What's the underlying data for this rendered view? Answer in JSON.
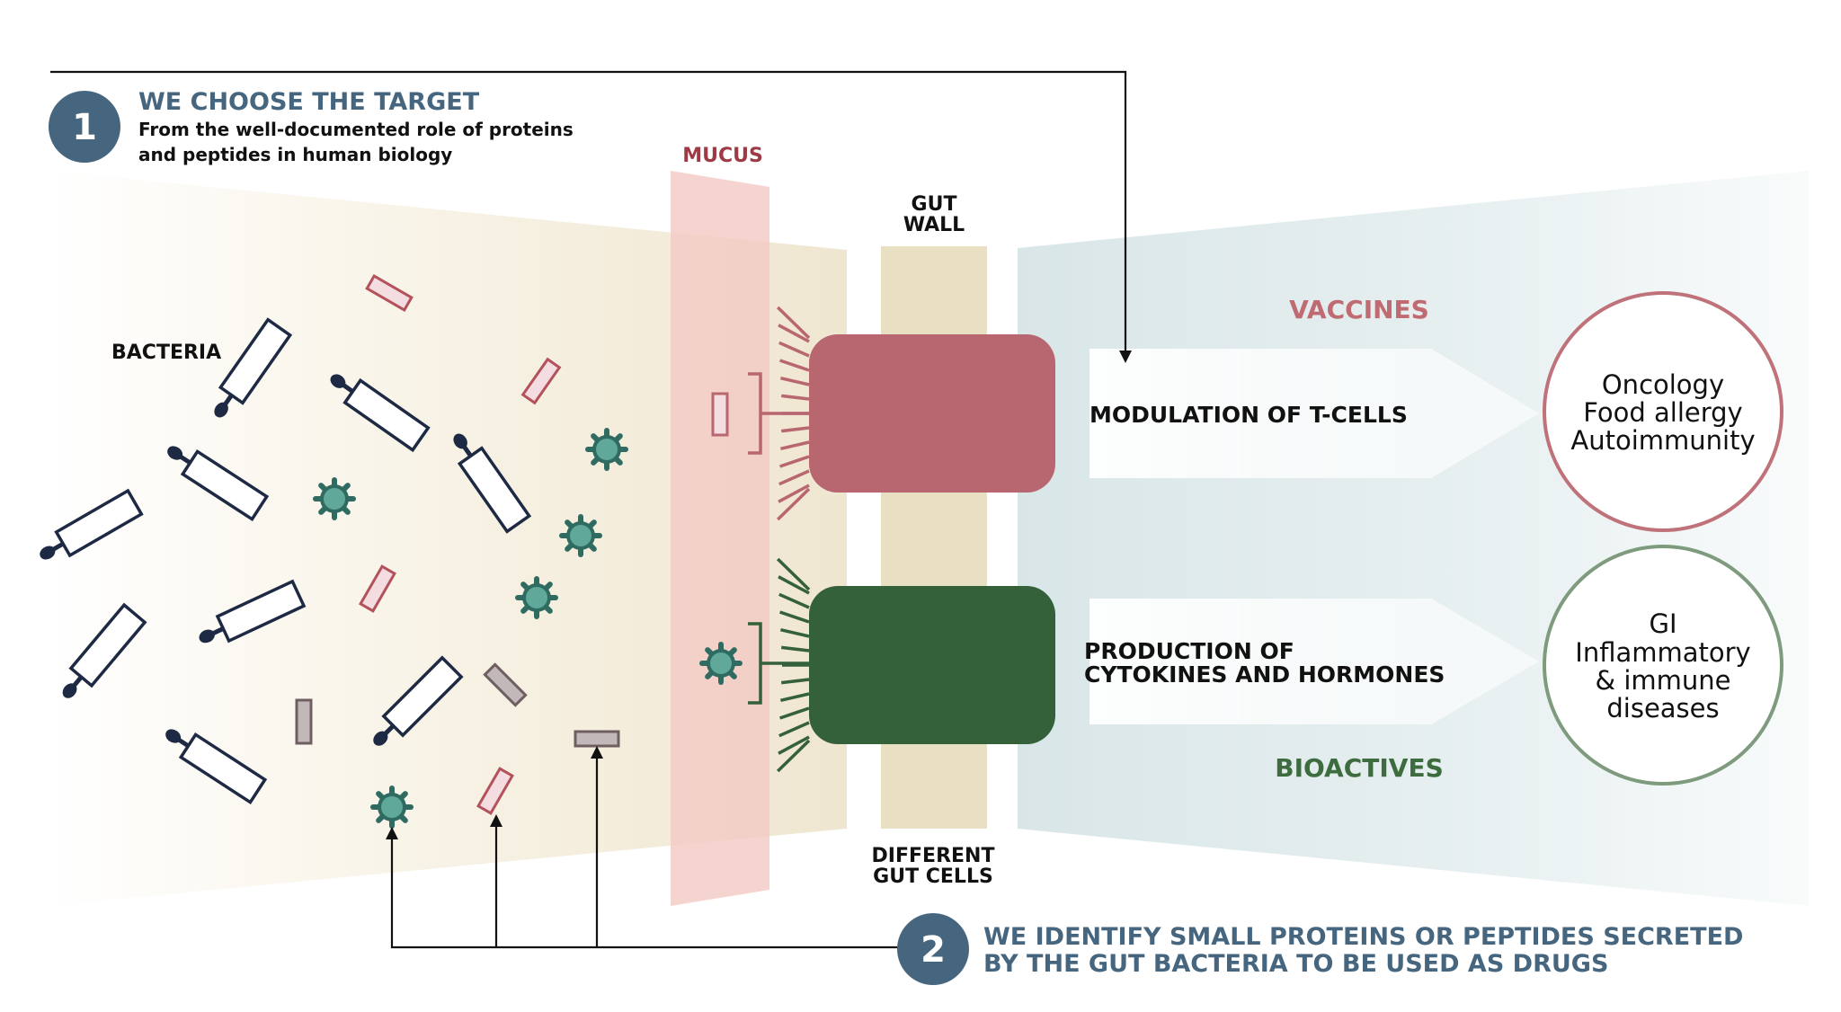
{
  "colors": {
    "navy": "#46667F",
    "red": "#B86670",
    "red_dark": "#9E3A46",
    "green": "#35613A",
    "green_text": "#3D6C3E",
    "teal": "#4E9A8C",
    "black": "#111111",
    "sand": "#E9DFC2",
    "mucus": "#F2C9C4",
    "bluegray": "#DDE8EA",
    "gray_protein": "#A69A9C"
  },
  "step1": {
    "number": "1",
    "title": "WE CHOOSE THE TARGET",
    "sub_line1": "From the well-documented role of proteins",
    "sub_line2": "and peptides in human biology"
  },
  "labels": {
    "bacteria": "BACTERIA",
    "mucus": "MUCUS",
    "gut_wall_1": "GUT",
    "gut_wall_2": "WALL",
    "different_1": "DIFFERENT",
    "different_2": "GUT CELLS"
  },
  "pathways": {
    "tcells": "MODULATION OF T-CELLS",
    "cytokines_1": "PRODUCTION OF",
    "cytokines_2": "CYTOKINES AND HORMONES",
    "vaccines": "VACCINES",
    "bioactives": "BIOACTIVES"
  },
  "outcomes": {
    "red": [
      "Oncology",
      "Food allergy",
      "Autoimmunity"
    ],
    "green": [
      "GI",
      "Inflammatory",
      "& immune",
      "diseases"
    ]
  },
  "step2": {
    "number": "2",
    "line1": "WE IDENTIFY SMALL PROTEINS OR PEPTIDES SECRETED",
    "line2": "BY THE GUT  BACTERIA TO BE USED AS DRUGS"
  },
  "icons": {
    "bacterium": "rod-bacterium-icon",
    "protein": "protein-rect-icon",
    "virus": "spiky-virus-icon",
    "receptor": "receptor-bracket-icon"
  }
}
